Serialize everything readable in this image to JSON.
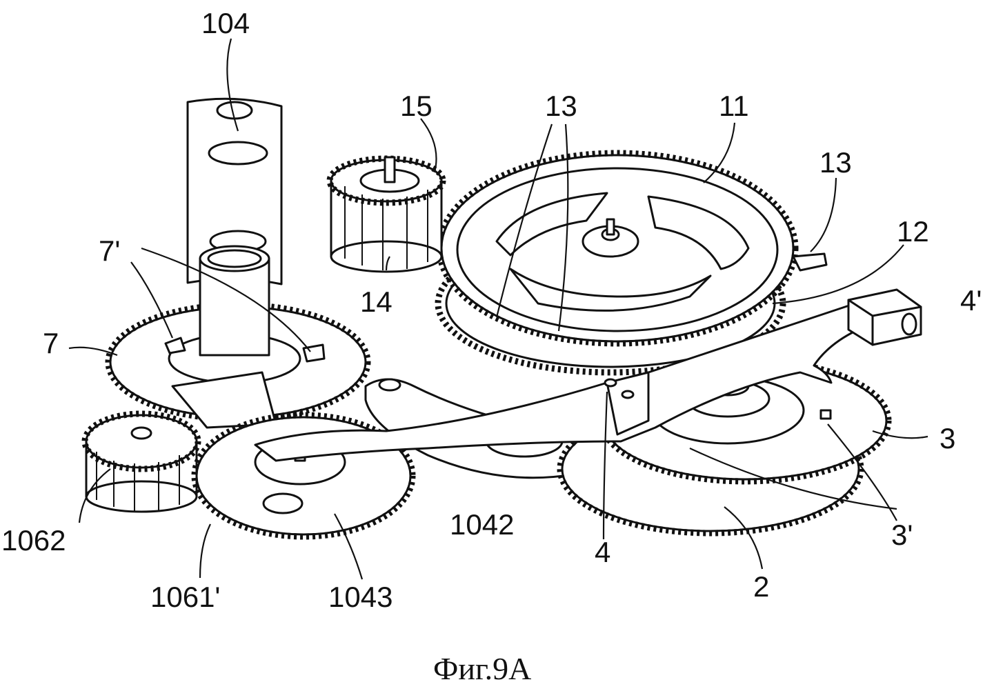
{
  "figure": {
    "caption": "Фиг.9А",
    "labels": {
      "l104": "104",
      "l15": "15",
      "l13a": "13",
      "l11": "11",
      "l13b": "13",
      "l12": "12",
      "l4p": "4'",
      "l7p": "7'",
      "l7": "7",
      "l14": "14",
      "l3": "3",
      "l3p": "3'",
      "l1062": "1062",
      "l1061p": "1061'",
      "l1043": "1043",
      "l1042": "1042",
      "l4": "4",
      "l2": "2"
    }
  }
}
